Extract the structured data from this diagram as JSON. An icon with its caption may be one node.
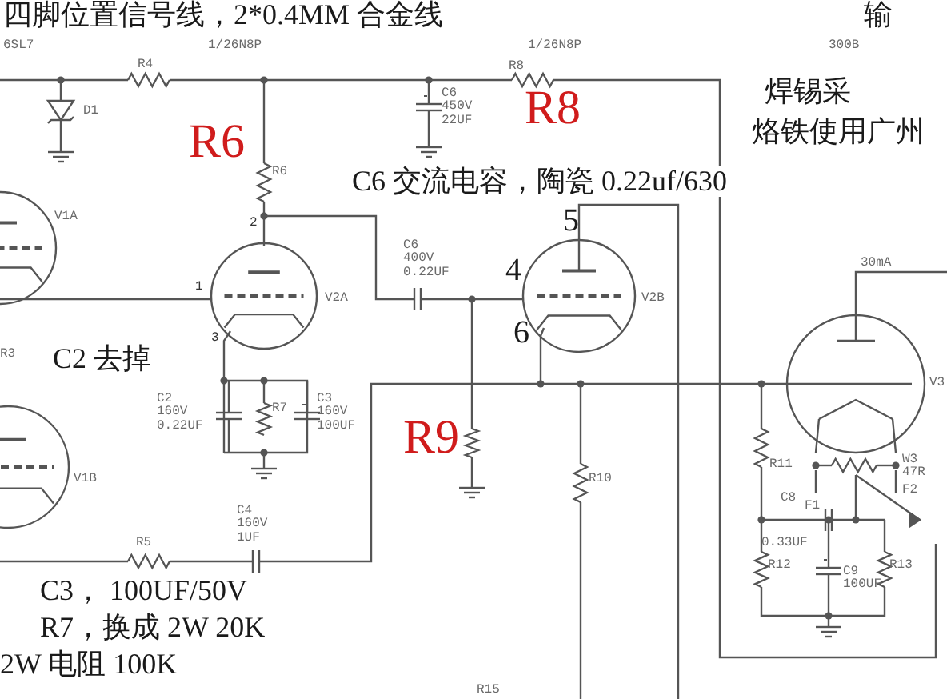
{
  "diagram": {
    "labels": [
      "四脚位置信号线，2*0.4MM 合金线",
      "输",
      "6SL7",
      "1/26N8P",
      "1/26N8P",
      "300B",
      "R4",
      "R8",
      "焊锡采",
      "R8",
      "D1",
      "C6 450V 22UF",
      "R6",
      "烙铁使用广州",
      "V1A",
      "R6",
      "C6 交流电容，陶瓷 0.22uf/630",
      "5",
      "2",
      "C6 400V 0.22UF",
      "4",
      "1",
      "V2A",
      "V2B",
      "6",
      "30mA",
      "3",
      "R3",
      "C2 去掉",
      "V3",
      "C2 160V 0.22UF",
      "R7",
      "C3 160V 100UF",
      "R9",
      "W3 47R",
      "R11",
      "V1B",
      "R10",
      "F1",
      "F2",
      "C8",
      "C4 160V 1UF",
      "R5",
      "0.33UF",
      "R12",
      "R13",
      "C9 100UF",
      "C3， 100UF/50V",
      "R7，换成 2W 20K",
      "2W 电阻 100K",
      "R15"
    ]
  }
}
